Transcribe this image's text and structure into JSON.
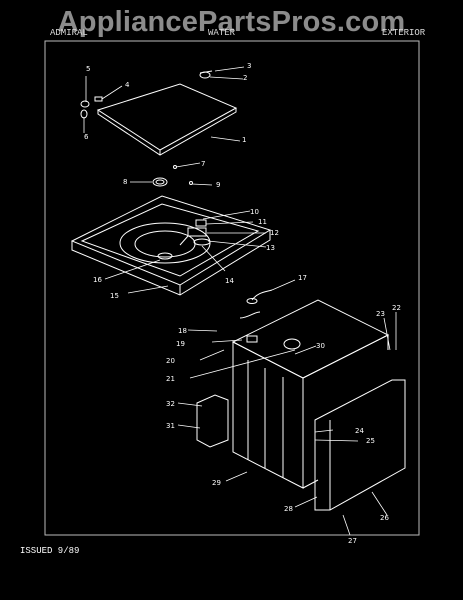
{
  "watermark": "AppliancePartsPros.com",
  "header": {
    "left": "ADMIRAL",
    "center": "WATER",
    "right": "EXTERIOR"
  },
  "footer": {
    "issued": "ISSUED 9/89"
  },
  "callouts": [
    "1",
    "2",
    "3",
    "4",
    "5",
    "6",
    "7",
    "8",
    "9",
    "10",
    "11",
    "12",
    "13",
    "14",
    "15",
    "16",
    "17",
    "18",
    "19",
    "20",
    "21",
    "22",
    "23",
    "24",
    "25",
    "26",
    "27",
    "28",
    "29",
    "30",
    "31",
    "32"
  ]
}
